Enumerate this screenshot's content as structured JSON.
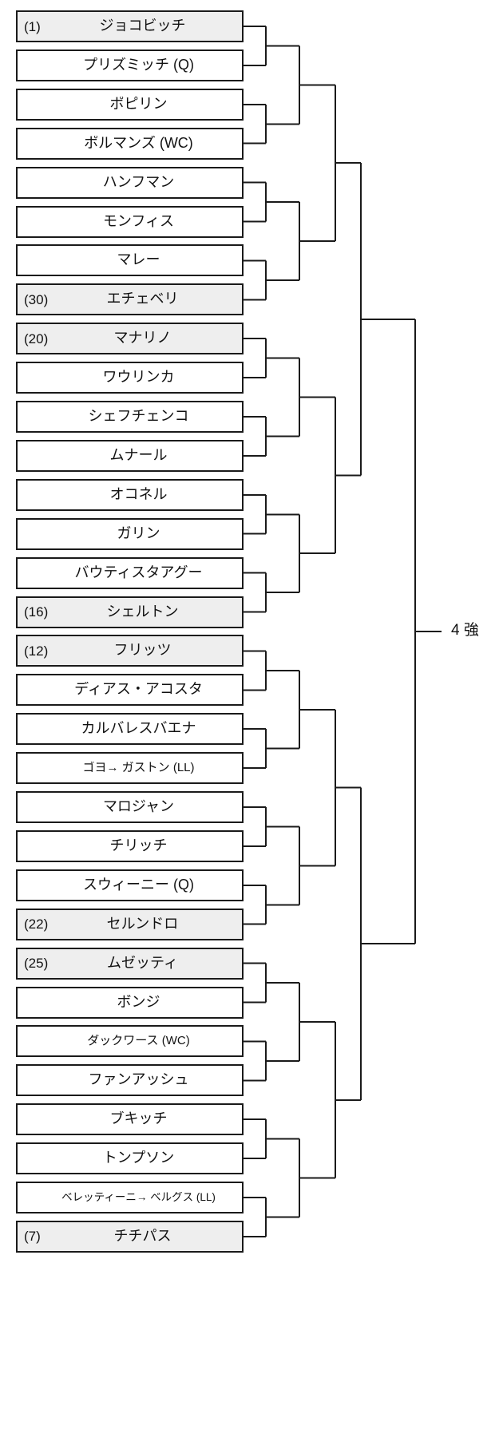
{
  "bracket": {
    "title": "",
    "stage_label": "4 強",
    "colors": {
      "seeded_background": "#eeeeee",
      "box_border": "#1a1a1a",
      "line": "#1a1a1a",
      "page_background": "#ffffff",
      "text": "#111111"
    },
    "players": [
      {
        "seed": "(1)",
        "name": "ジョコビッチ",
        "seeded": true
      },
      {
        "seed": "",
        "name": "プリズミッチ (Q)",
        "seeded": false
      },
      {
        "seed": "",
        "name": "ポピリン",
        "seeded": false
      },
      {
        "seed": "",
        "name": "ポルマンズ (WC)",
        "seeded": false
      },
      {
        "seed": "",
        "name": "ハンフマン",
        "seeded": false
      },
      {
        "seed": "",
        "name": "モンフィス",
        "seeded": false
      },
      {
        "seed": "",
        "name": "マレー",
        "seeded": false
      },
      {
        "seed": "(30)",
        "name": "エチェベリ",
        "seeded": true
      },
      {
        "seed": "(20)",
        "name": "マナリノ",
        "seeded": true
      },
      {
        "seed": "",
        "name": "ワウリンカ",
        "seeded": false
      },
      {
        "seed": "",
        "name": "シェフチェンコ",
        "seeded": false
      },
      {
        "seed": "",
        "name": "ムナール",
        "seeded": false
      },
      {
        "seed": "",
        "name": "オコネル",
        "seeded": false
      },
      {
        "seed": "",
        "name": "ガリン",
        "seeded": false
      },
      {
        "seed": "",
        "name": "バウティスタアグー",
        "seeded": false
      },
      {
        "seed": "(16)",
        "name": "シェルトン",
        "seeded": true
      },
      {
        "seed": "(12)",
        "name": "フリッツ",
        "seeded": true
      },
      {
        "seed": "",
        "name": "ディアス・アコスタ",
        "seeded": false
      },
      {
        "seed": "",
        "name": "カルバレスバエナ",
        "seeded": false
      },
      {
        "seed": "",
        "name": "ゴヨ→ ガストン (LL)",
        "seeded": false
      },
      {
        "seed": "",
        "name": "マロジャン",
        "seeded": false
      },
      {
        "seed": "",
        "name": "チリッチ",
        "seeded": false
      },
      {
        "seed": "",
        "name": "スウィーニー (Q)",
        "seeded": false
      },
      {
        "seed": "(22)",
        "name": "セルンドロ",
        "seeded": true
      },
      {
        "seed": "(25)",
        "name": "ムゼッティ",
        "seeded": true
      },
      {
        "seed": "",
        "name": "ボンジ",
        "seeded": false
      },
      {
        "seed": "",
        "name": "ダックワース (WC)",
        "seeded": false
      },
      {
        "seed": "",
        "name": "ファンアッシュ",
        "seeded": false
      },
      {
        "seed": "",
        "name": "ブキッチ",
        "seeded": false
      },
      {
        "seed": "",
        "name": "トンプソン",
        "seeded": false
      },
      {
        "seed": "",
        "name": "ベレッティーニ→ ベルグス (LL)",
        "seeded": false
      },
      {
        "seed": "(7)",
        "name": "チチパス",
        "seeded": true
      }
    ]
  }
}
